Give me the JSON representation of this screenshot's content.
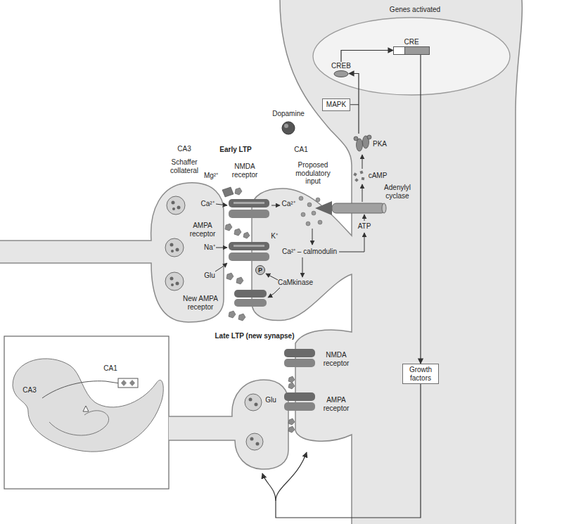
{
  "diagram": {
    "nodes": [
      {
        "text": [
          "CREB"
        ]
      },
      {
        "text": [
          "CRE"
        ]
      },
      {
        "text": [
          "MAPK"
        ]
      },
      {
        "text": [
          "Growth factors"
        ]
      }
    ],
    "edges": [
      {
        "from": 2,
        "to": 0,
        "arrow": "to"
      },
      {
        "from": 0,
        "to": 1,
        "arrow": "to"
      },
      {
        "from": 1,
        "to": 3,
        "arrow": "to"
      }
    ],
    "labels": [
      "Genes activated",
      "PKA",
      "Dopamine",
      "cAMP",
      "Adenylyl cyclase",
      "Proposed modulatory input",
      "ATP",
      "CA3",
      "Schaffer collateral",
      "Early LTP",
      "CA1",
      "Mg²⁺",
      "NMDA receptor",
      "Ca²⁺",
      "Ca²⁺",
      "AMPA receptor",
      "Na⁺",
      "K⁺",
      "Glu",
      "P",
      "Ca²⁺ – calmodulin",
      "CaMkinase",
      "New AMPA receptor",
      "Late LTP (new synapse)",
      "NMDA receptor",
      "Glu",
      "AMPA receptor",
      "CA3",
      "CA1"
    ]
  }
}
